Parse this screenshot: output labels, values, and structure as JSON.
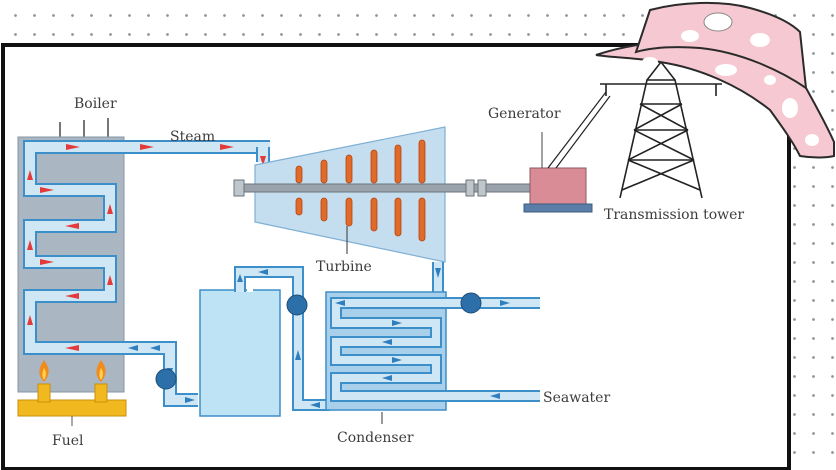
{
  "labels": {
    "boiler": "Boiler",
    "steam": "Steam",
    "generator": "Generator",
    "transmission_tower": "Transmission tower",
    "turbine": "Turbine",
    "seawater": "Seawater",
    "fuel": "Fuel",
    "condenser": "Condenser"
  },
  "colors": {
    "frame": "#111111",
    "pipe_fill": "#cfe6f4",
    "pipe_stroke": "#3d8fc9",
    "boiler": "#aab6c2",
    "turbine_body": "#c4def0",
    "blade": "#e06a2a",
    "generator": "#d98c95",
    "fuel": "#f1b81f",
    "flame": "#f08c1e",
    "hot_arrow": "#e33a3a",
    "cold_arrow": "#2f7fc0",
    "hat": "#f6c8d1"
  },
  "icons": [
    "fire-icon",
    "pump-icon",
    "hat-icon"
  ]
}
